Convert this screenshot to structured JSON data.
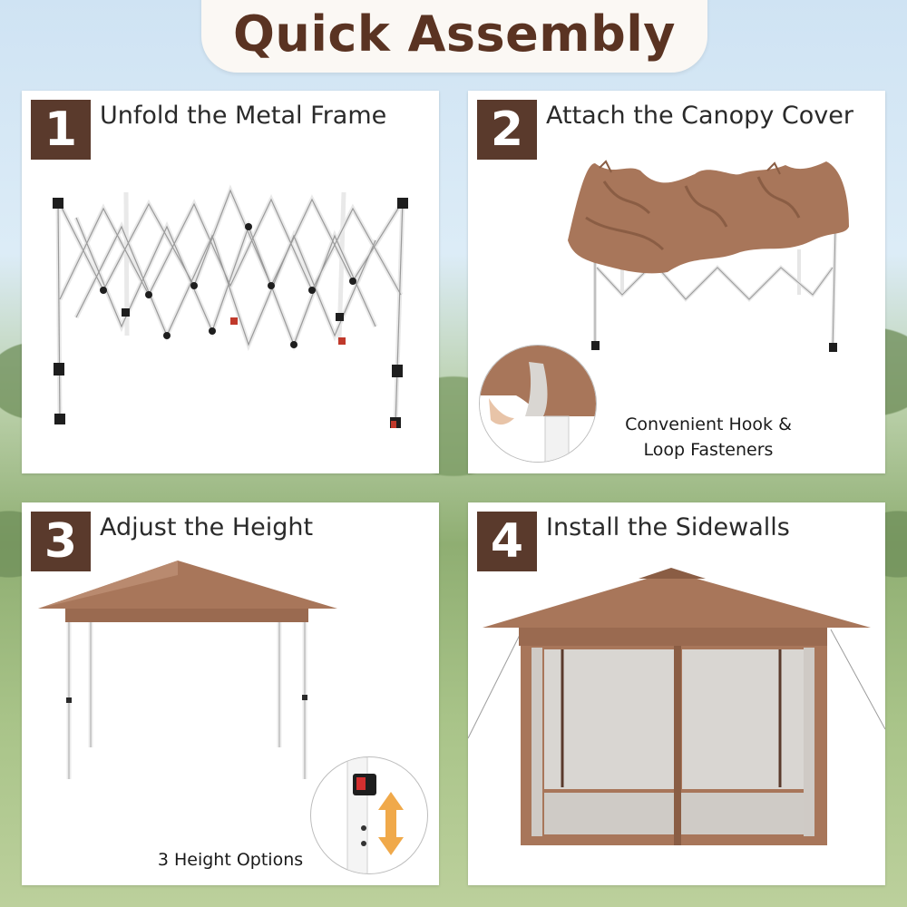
{
  "title": "Quick Assembly",
  "colors": {
    "brown_dark": "#5a3a2c",
    "canopy": "#a8765a",
    "mesh": "#d9d6d2"
  },
  "steps": [
    {
      "number": "1",
      "label": "Unfold the Metal Frame"
    },
    {
      "number": "2",
      "label": "Attach the Canopy Cover",
      "detail_line1": "Convenient Hook &",
      "detail_line2": "Loop Fasteners"
    },
    {
      "number": "3",
      "label": "Adjust the Height",
      "detail": "3 Height Options"
    },
    {
      "number": "4",
      "label": "Install the Sidewalls"
    }
  ]
}
